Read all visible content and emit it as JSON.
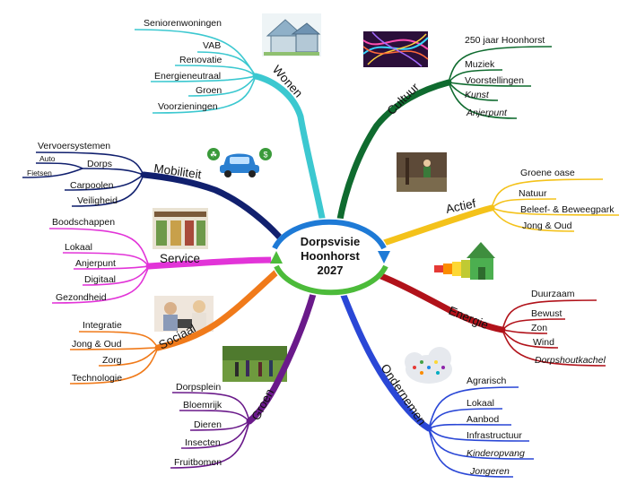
{
  "center": {
    "lines": [
      "Dorpsvisie",
      "Hoonhorst",
      "2027"
    ]
  },
  "branches": [
    {
      "id": "wonen",
      "name": "Wonen",
      "color": "#3cc8d0",
      "items": [
        "Seniorenwoningen",
        "VAB",
        "Renovatie",
        "Energieneutraal",
        "Groen",
        "Voorzieningen"
      ]
    },
    {
      "id": "cultuur",
      "name": "Cultuur",
      "color": "#0f6b2f",
      "items": [
        "250 jaar Hoonhorst",
        "Muziek",
        "Voorstellingen",
        "Kunst",
        "Anjerpunt"
      ]
    },
    {
      "id": "mobiliteit",
      "name": "Mobiliteit",
      "color": "#11206e",
      "items": [
        "Vervoersystemen",
        "Dorps",
        "Carpoolen",
        "Veiligheid"
      ],
      "subitems": [
        "Auto",
        "Fietsen"
      ]
    },
    {
      "id": "actief",
      "name": "Actief",
      "color": "#f4c21a",
      "items": [
        "Groene oase",
        "Natuur",
        "Beleef- & Beweegpark",
        "Jong & Oud"
      ]
    },
    {
      "id": "service",
      "name": "Service",
      "color": "#e234d8",
      "items": [
        "Boodschappen",
        "Lokaal",
        "Anjerpunt",
        "Digitaal",
        "Gezondheid"
      ]
    },
    {
      "id": "energie",
      "name": "Energie",
      "color": "#b1121a",
      "items": [
        "Duurzaam",
        "Bewust",
        "Zon",
        "Wind",
        "Dorpshoutkachel"
      ]
    },
    {
      "id": "sociaal",
      "name": "Sociaal",
      "color": "#f07a1a",
      "items": [
        "Integratie",
        "Jong & Oud",
        "Zorg",
        "Technologie"
      ]
    },
    {
      "id": "groen",
      "name": "Groen",
      "color": "#6a1a8a",
      "items": [
        "Dorpsplein",
        "Bloemrijk",
        "Dieren",
        "Insecten",
        "Fruitbomen"
      ]
    },
    {
      "id": "ondernemen",
      "name": "Ondernemen",
      "color": "#2a47d6",
      "items": [
        "Agrarisch",
        "Lokaal",
        "Aanbod",
        "Infrastructuur",
        "Kinderopvang",
        "Jongeren"
      ]
    }
  ],
  "icons": [
    "houses-photo",
    "colorful-lines-image",
    "electric-car-icon",
    "playground-photo",
    "shop-photo",
    "energy-label-house-icon",
    "people-photo",
    "forest-walk-photo",
    "cloud-people-icon"
  ]
}
